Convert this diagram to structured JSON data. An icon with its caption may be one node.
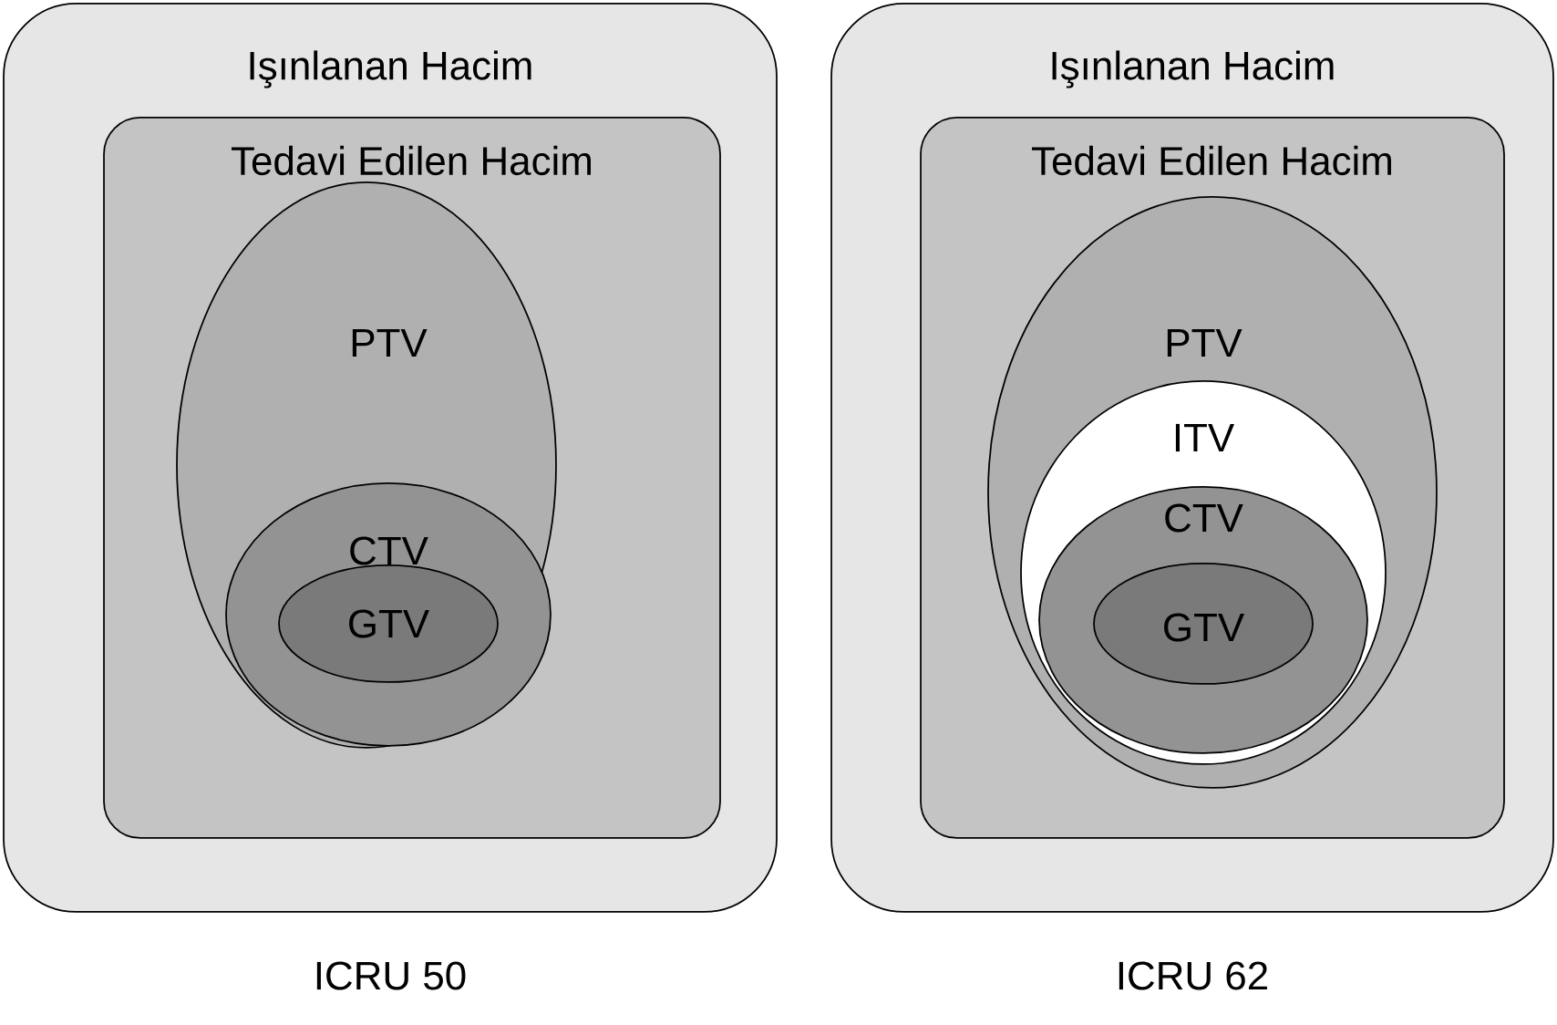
{
  "diagram": {
    "nodes": [
      {
        "text": [
          "Işınlanan Hacim"
        ],
        "beside": [
          "ICRU 50"
        ]
      },
      {
        "text": [
          "Tedavi Edilen Hacim"
        ],
        "in": 0
      },
      {
        "text": [
          "PTV"
        ],
        "in": 1
      },
      {
        "text": [
          "CTV"
        ],
        "in": 2
      },
      {
        "text": [
          "GTV"
        ],
        "in": 3
      },
      {
        "text": [
          "Işınlanan Hacim"
        ],
        "beside": [
          "ICRU 62"
        ]
      },
      {
        "text": [
          "Tedavi Edilen Hacim"
        ],
        "in": 5
      },
      {
        "text": [
          "PTV"
        ],
        "in": 6
      },
      {
        "text": [
          "ITV"
        ],
        "in": 7
      },
      {
        "text": [
          "CTV"
        ],
        "in": 8
      },
      {
        "text": [
          "GTV"
        ],
        "in": 9
      }
    ]
  }
}
